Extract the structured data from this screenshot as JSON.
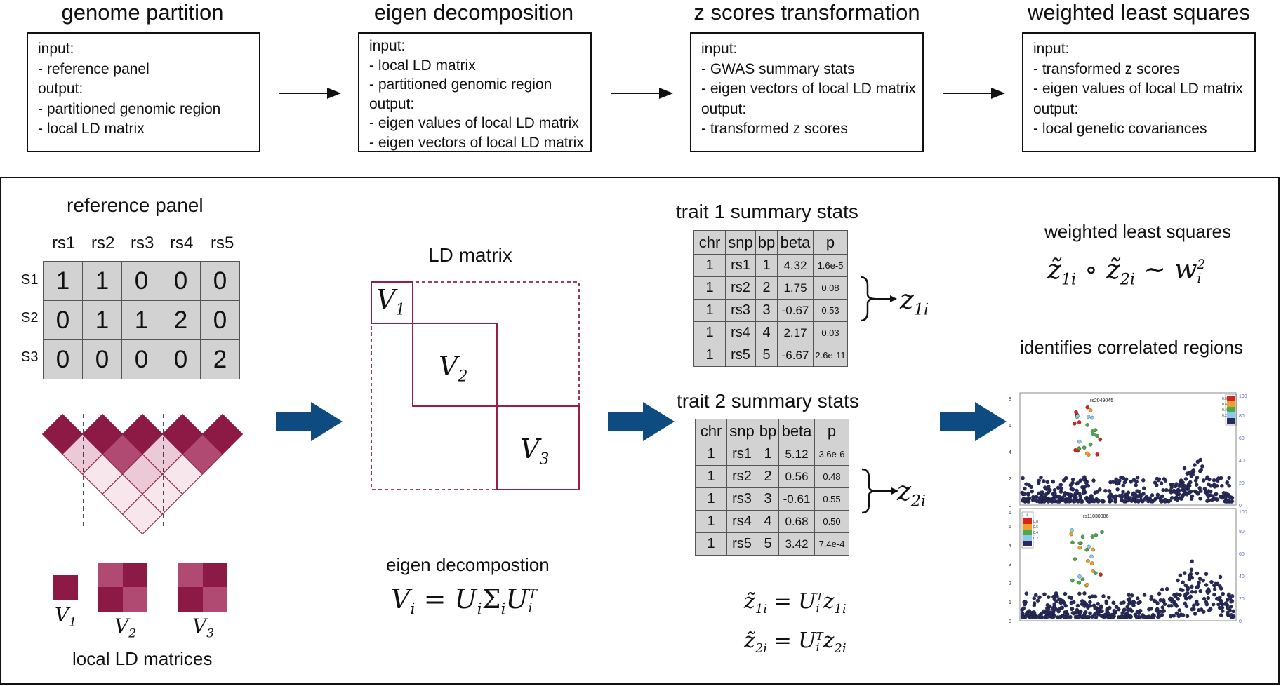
{
  "pipeline": [
    {
      "title": "genome partition",
      "lines": [
        "input:",
        "- reference panel",
        "output:",
        "- partitioned genomic region",
        "- local LD matrix"
      ]
    },
    {
      "title": "eigen decomposition",
      "lines": [
        "input:",
        "- local LD matrix",
        "- partitioned genomic region",
        "output:",
        "- eigen values of local LD matrix",
        "- eigen vectors of local LD matrix"
      ]
    },
    {
      "title": "z scores transformation",
      "lines": [
        "input:",
        "- GWAS summary stats",
        "- eigen vectors of local LD matrix",
        "output:",
        "- transformed z scores"
      ]
    },
    {
      "title": "weighted least squares",
      "lines": [
        "input:",
        "- transformed z scores",
        "- eigen values of local LD matrix",
        "output:",
        "- local genetic covariances"
      ]
    }
  ],
  "reference_panel": {
    "title": "reference panel",
    "columns": [
      "rs1",
      "rs2",
      "rs3",
      "rs4",
      "rs5"
    ],
    "rows": [
      {
        "label": "S1",
        "values": [
          "1",
          "1",
          "0",
          "0",
          "0"
        ]
      },
      {
        "label": "S2",
        "values": [
          "0",
          "1",
          "1",
          "2",
          "0"
        ]
      },
      {
        "label": "S3",
        "values": [
          "0",
          "0",
          "0",
          "0",
          "2"
        ]
      }
    ]
  },
  "local_ld": {
    "caption": "local LD matrices",
    "labels": [
      "V",
      "V",
      "V"
    ],
    "subs": [
      "1",
      "2",
      "3"
    ]
  },
  "ld_matrix": {
    "title": "LD matrix",
    "blocks": [
      {
        "base": "V",
        "sub": "1"
      },
      {
        "base": "V",
        "sub": "2"
      },
      {
        "base": "V",
        "sub": "3"
      }
    ]
  },
  "eigen": {
    "caption": "eigen decompostion",
    "lhs": "V",
    "lhs_sub": "i",
    "rhs_a": "U",
    "rhs_b": "Σ",
    "rhs_c": "U",
    "sub": "i",
    "sup": "T"
  },
  "trait1": {
    "title": "trait 1 summary stats",
    "headers": [
      "chr",
      "snp",
      "bp",
      "beta",
      "p"
    ],
    "rows": [
      [
        "1",
        "rs1",
        "1",
        "4.32",
        "1.6e-5"
      ],
      [
        "1",
        "rs2",
        "2",
        "1.75",
        "0.08"
      ],
      [
        "1",
        "rs3",
        "3",
        "-0.67",
        "0.53"
      ],
      [
        "1",
        "rs4",
        "4",
        "2.17",
        "0.03"
      ],
      [
        "1",
        "rs5",
        "5",
        "-6.67",
        "2.6e-11"
      ]
    ],
    "z_base": "z",
    "z_sub": "1i"
  },
  "trait2": {
    "title": "trait 2 summary stats",
    "headers": [
      "chr",
      "snp",
      "bp",
      "beta",
      "p"
    ],
    "rows": [
      [
        "1",
        "rs1",
        "1",
        "5.12",
        "3.6e-6"
      ],
      [
        "1",
        "rs2",
        "2",
        "0.56",
        "0.48"
      ],
      [
        "1",
        "rs3",
        "3",
        "-0.61",
        "0.55"
      ],
      [
        "1",
        "rs4",
        "4",
        "0.68",
        "0.50"
      ],
      [
        "1",
        "rs5",
        "5",
        "3.42",
        "7.4e-4"
      ]
    ],
    "z_base": "z",
    "z_sub": "2i"
  },
  "transform": {
    "eq1_lhs": "z̃",
    "eq1_lhs_sub": "1i",
    "eq1_rhs": "U",
    "eq1_rhs_sub": "i",
    "eq1_rhs_sup": "T",
    "eq1_z": "z",
    "eq1_z_sub": "1i",
    "eq2_lhs": "z̃",
    "eq2_lhs_sub": "2i",
    "eq2_rhs": "U",
    "eq2_rhs_sub": "i",
    "eq2_rhs_sup": "T",
    "eq2_z": "z",
    "eq2_z_sub": "2i"
  },
  "wls": {
    "title": "weighted least squares",
    "a": "z̃",
    "a_sub": "1i",
    "op": "∘",
    "b": "z̃",
    "b_sub": "2i",
    "tilde": "∼",
    "w": "w",
    "w_sub": "i",
    "w_sup": "2"
  },
  "plots_section": {
    "title": "identifies correlated regions",
    "top_snp": "rs2049045",
    "bottom_snp": "rs11030086",
    "left_ticks": [
      "0",
      "2",
      "4",
      "6",
      "8"
    ],
    "bottom_left_ticks": [
      "0",
      "1",
      "2",
      "3",
      "4",
      "5",
      "6"
    ],
    "right_ticks": [
      "0",
      "20",
      "40",
      "60",
      "80",
      "100"
    ],
    "legend_title": "r²",
    "legend_levels": [
      "0.8",
      "0.6",
      "0.4",
      "0.2"
    ]
  },
  "colors": {
    "ld_dark": "#8c1a44",
    "ld_mid": "#b04a72",
    "ld_light": "#ecc9d6",
    "ld_pale": "#f7e6ec",
    "arrow_blue": "#0d4b80",
    "table_gray": "#d2d2d2",
    "dot_navy": "#262a5e"
  }
}
